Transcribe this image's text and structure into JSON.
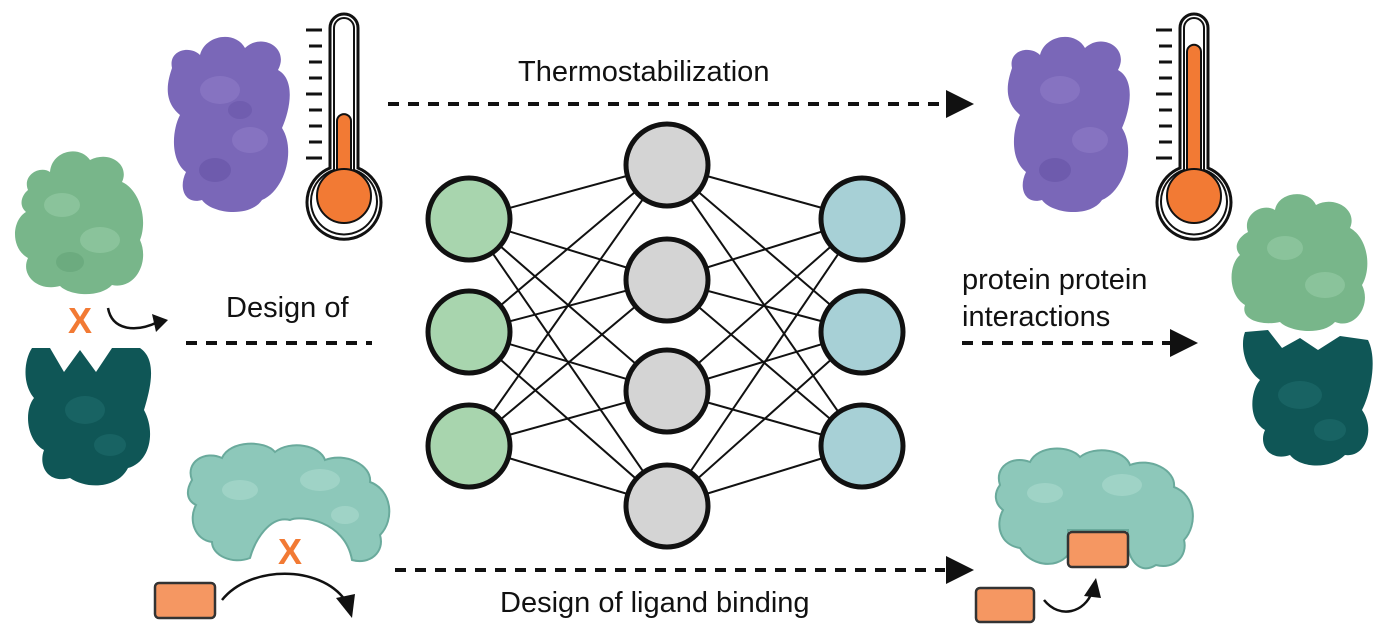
{
  "labels": {
    "thermostabilization": "Thermostabilization",
    "design_of": "Design of",
    "protein_protein": "protein protein",
    "interactions": "interactions",
    "ligand_binding": "Design of ligand binding",
    "blocked_mark": "X"
  },
  "network": {
    "layers": [
      3,
      4,
      3
    ],
    "layer_colors": [
      "#a8d5ae",
      "#d4d4d4",
      "#a7d0d6"
    ]
  },
  "colors": {
    "protein_purple": "#7a67b8",
    "protein_green": "#78b68a",
    "protein_dark_teal": "#0f5656",
    "protein_light_teal": "#8dc8ba",
    "thermometer_fill": "#f27a34",
    "ligand": "#f59762",
    "x_mark": "#f27a34"
  },
  "thermometers": [
    {
      "name": "low-temperature",
      "level": 0.48
    },
    {
      "name": "high-temperature",
      "level": 0.93
    }
  ]
}
